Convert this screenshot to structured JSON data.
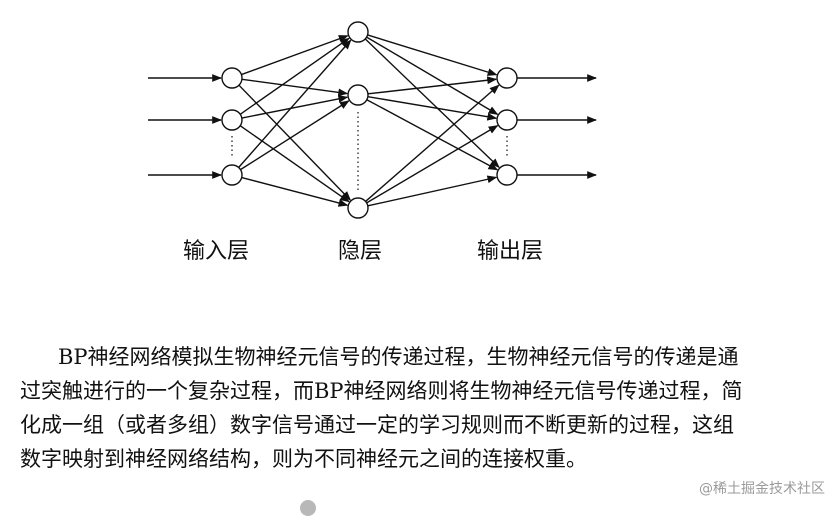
{
  "diagram": {
    "input_label": "输入层",
    "hidden_label": "隐层",
    "output_label": "输出层",
    "line_color": "#111111",
    "node_fill": "#ffffff"
  },
  "paragraph": {
    "lines": [
      "BP神经网络模拟生物神经元信号的传递过程，生物神经元信号的传递是通",
      "过突触进行的一个复杂过程，而BP神经网络则将生物神经元信号传递过程，简",
      "化成一组（或者多组）数字信号通过一定的学习规则而不断更新的过程，这组",
      "数字映射到神经网络结构，则为不同神经元之间的连接权重。"
    ]
  },
  "watermark": "@稀土掘金技术社区"
}
